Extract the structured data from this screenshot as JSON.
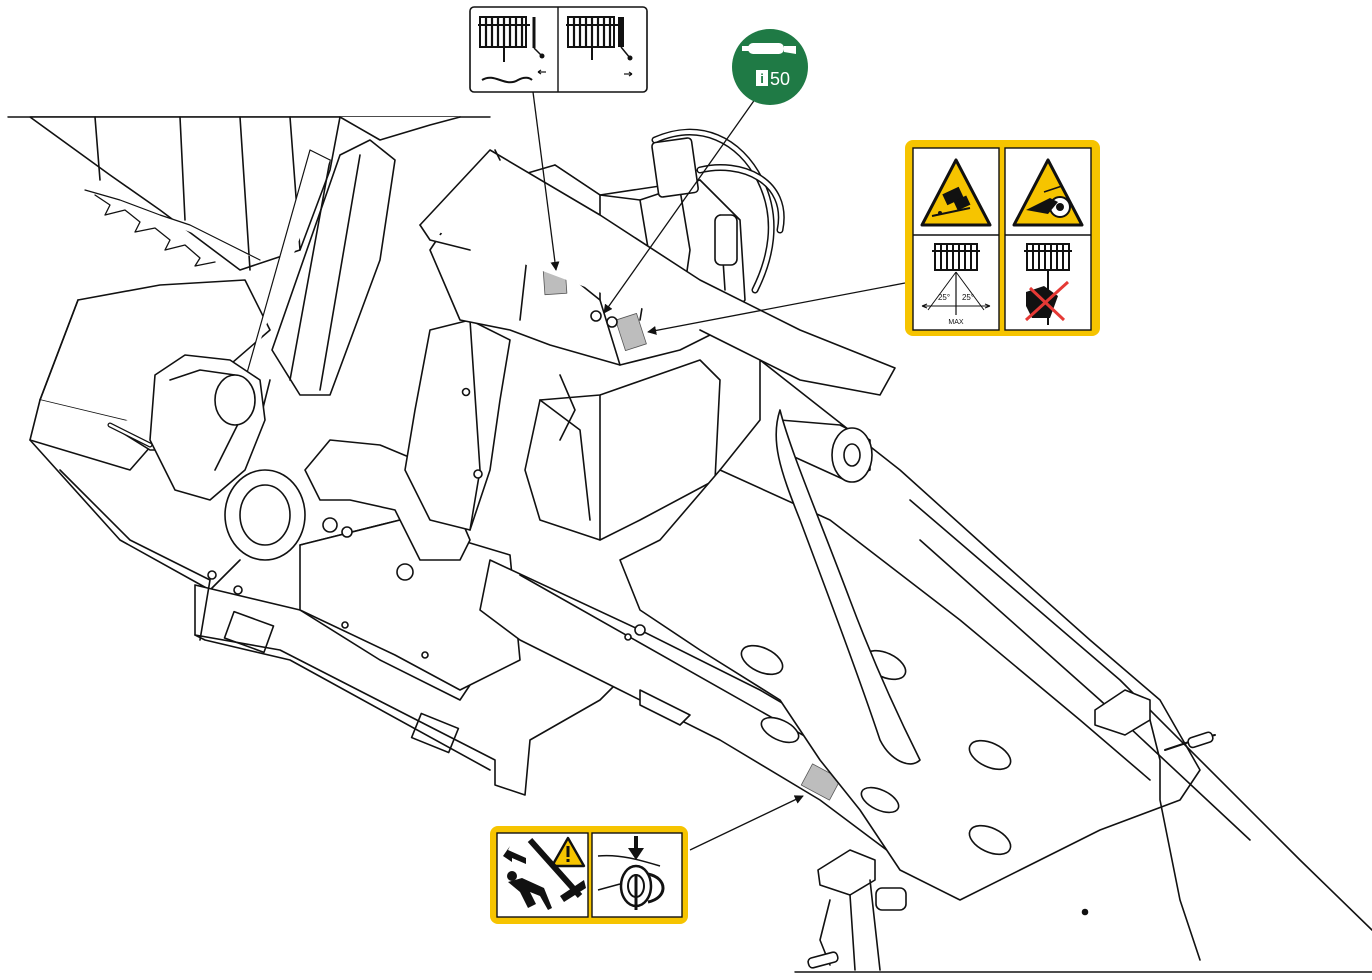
{
  "decals": {
    "oil": {
      "value": "50",
      "color": "#1f7a45"
    },
    "winch_warning": {
      "angle_left": "25°",
      "angle_right": "25°",
      "max_label": "MAX",
      "color": "#f6c400"
    },
    "tip_warning": {
      "color": "#f6c400"
    },
    "winch_rope": {}
  },
  "icons": [
    "winch-drum-icon",
    "oil-can-icon",
    "tip-over-hazard-icon",
    "entanglement-hazard-icon",
    "fall-hazard-icon",
    "pulley-hook-icon",
    "warning-triangle-icon"
  ]
}
